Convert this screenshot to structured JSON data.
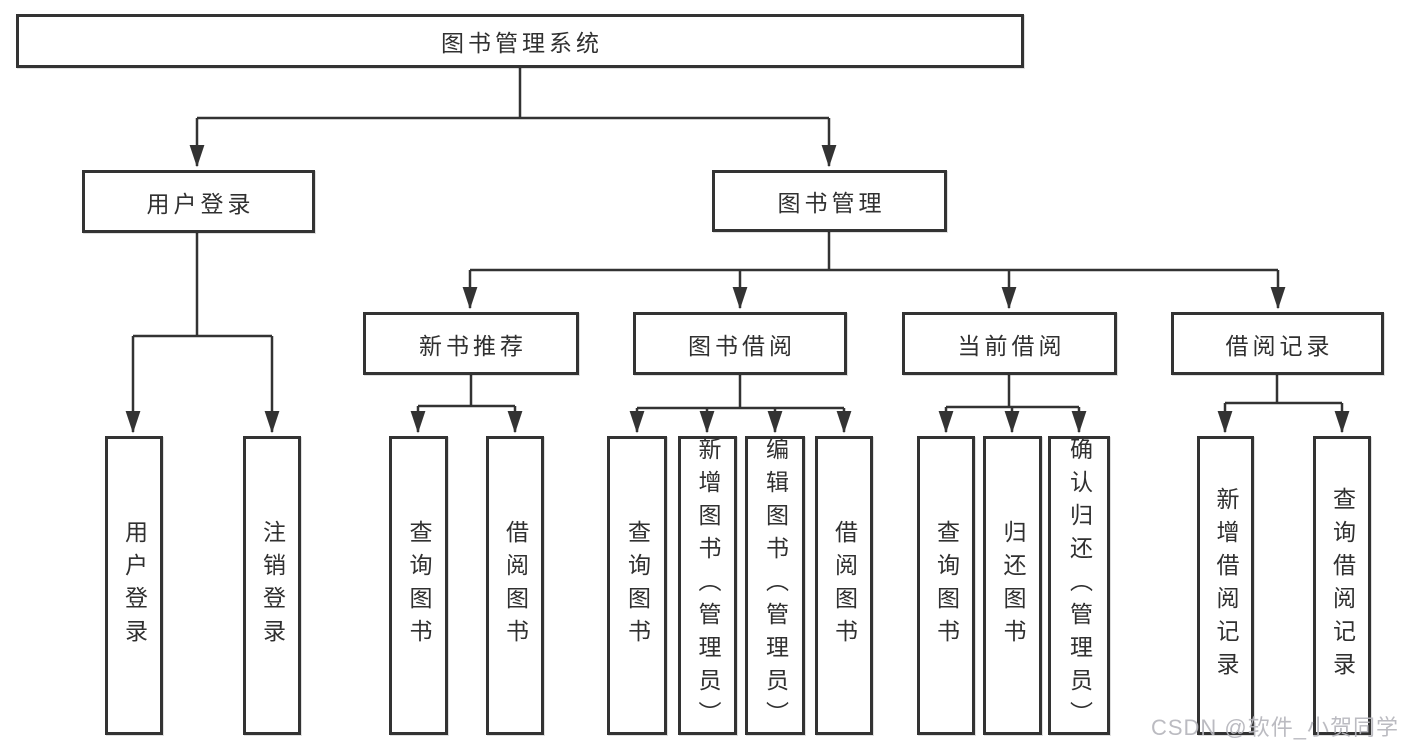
{
  "diagram": {
    "root": {
      "label": "图书管理系统"
    },
    "level2": [
      {
        "label": "用户登录",
        "children": [
          {
            "label": "用户登录"
          },
          {
            "label": "注销登录"
          }
        ]
      },
      {
        "label": "图书管理",
        "children": [
          {
            "label": "新书推荐",
            "children": [
              {
                "label": "查询图书"
              },
              {
                "label": "借阅图书"
              }
            ]
          },
          {
            "label": "图书借阅",
            "children": [
              {
                "label": "查询图书"
              },
              {
                "label": "新增图书（管理员）"
              },
              {
                "label": "编辑图书（管理员）"
              },
              {
                "label": "借阅图书"
              }
            ]
          },
          {
            "label": "当前借阅",
            "children": [
              {
                "label": "查询图书"
              },
              {
                "label": "归还图书"
              },
              {
                "label": "确认归还（管理员）"
              }
            ]
          },
          {
            "label": "借阅记录",
            "children": [
              {
                "label": "新增借阅记录"
              },
              {
                "label": "查询借阅记录"
              }
            ]
          }
        ]
      }
    ]
  },
  "watermark": {
    "text": "CSDN @软件_小贺同学"
  },
  "colors": {
    "line": "#333333",
    "box_border": "#333333",
    "text": "#303030",
    "background": "#ffffff",
    "watermark": "#b6b6bc"
  }
}
